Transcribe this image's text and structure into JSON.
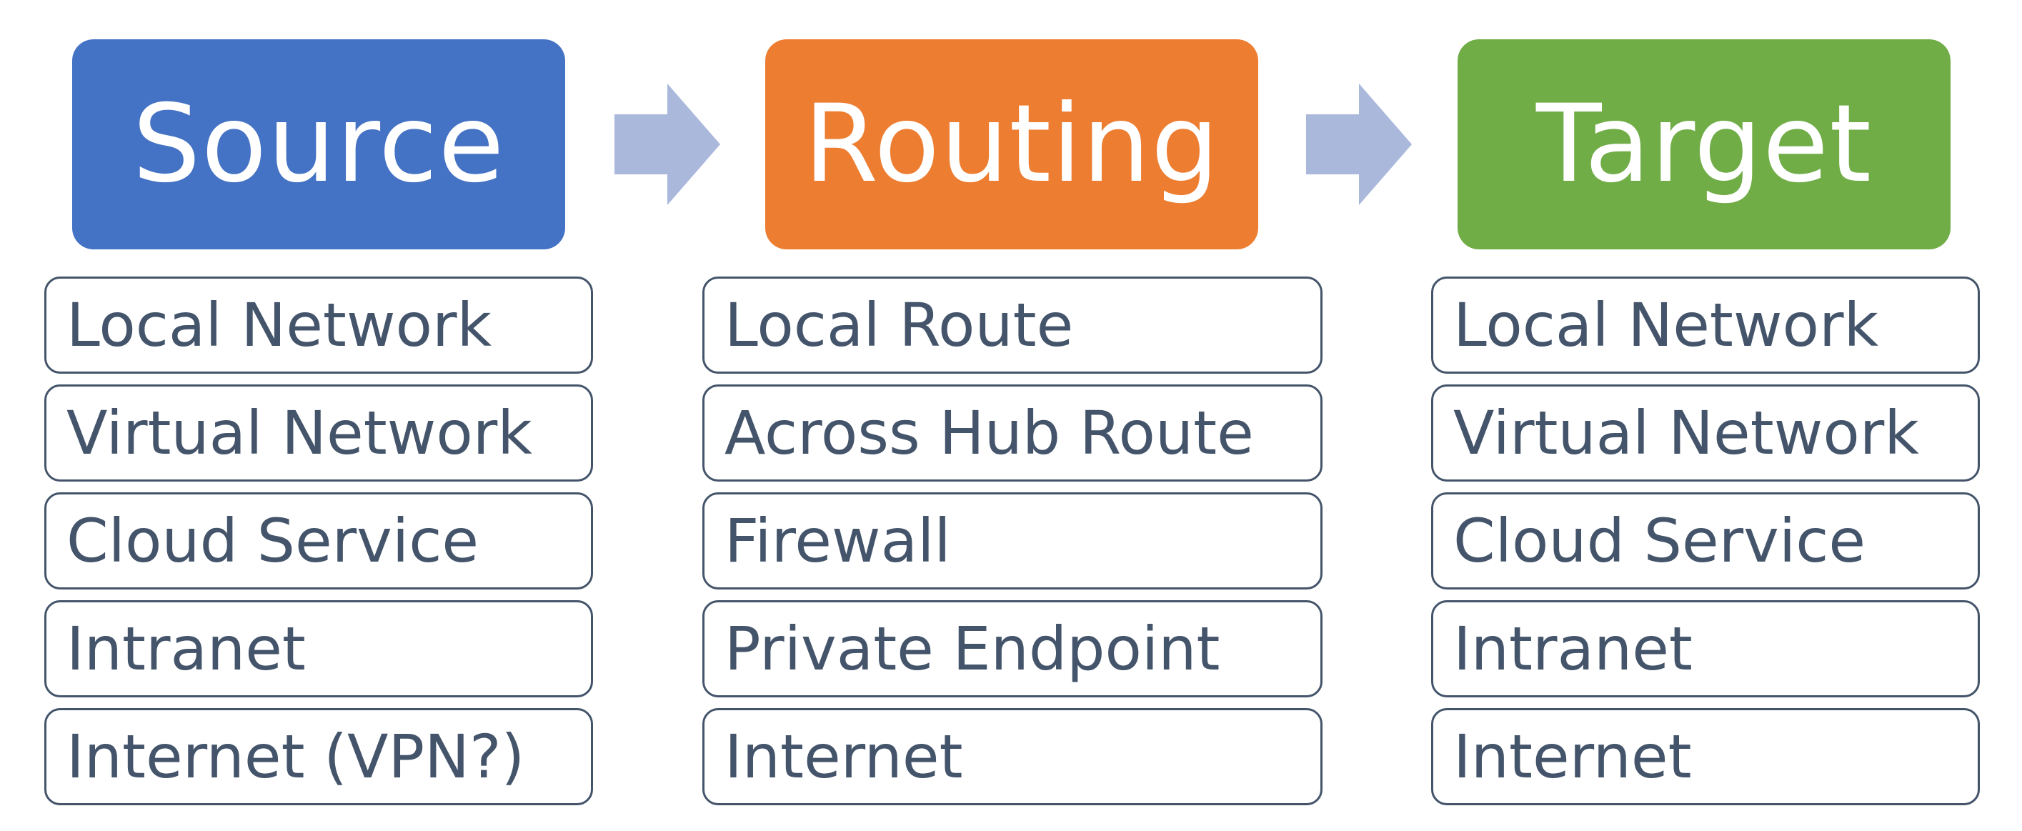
{
  "colors": {
    "source": "#4472c4",
    "routing": "#ed7d31",
    "target": "#70ad47",
    "arrow": "#aab8dc",
    "item_border": "#44546a",
    "item_text": "#44546a"
  },
  "columns": [
    {
      "title": "Source",
      "items": [
        "Local Network",
        "Virtual Network",
        "Cloud Service",
        "Intranet",
        "Internet (VPN?)"
      ]
    },
    {
      "title": "Routing",
      "items": [
        "Local Route",
        "Across Hub Route",
        "Firewall",
        "Private Endpoint",
        "Internet"
      ]
    },
    {
      "title": "Target",
      "items": [
        "Local Network",
        "Virtual Network",
        "Cloud Service",
        "Intranet",
        "Internet"
      ]
    }
  ],
  "icons": {
    "arrow_1": "right-arrow-icon",
    "arrow_2": "right-arrow-icon"
  }
}
